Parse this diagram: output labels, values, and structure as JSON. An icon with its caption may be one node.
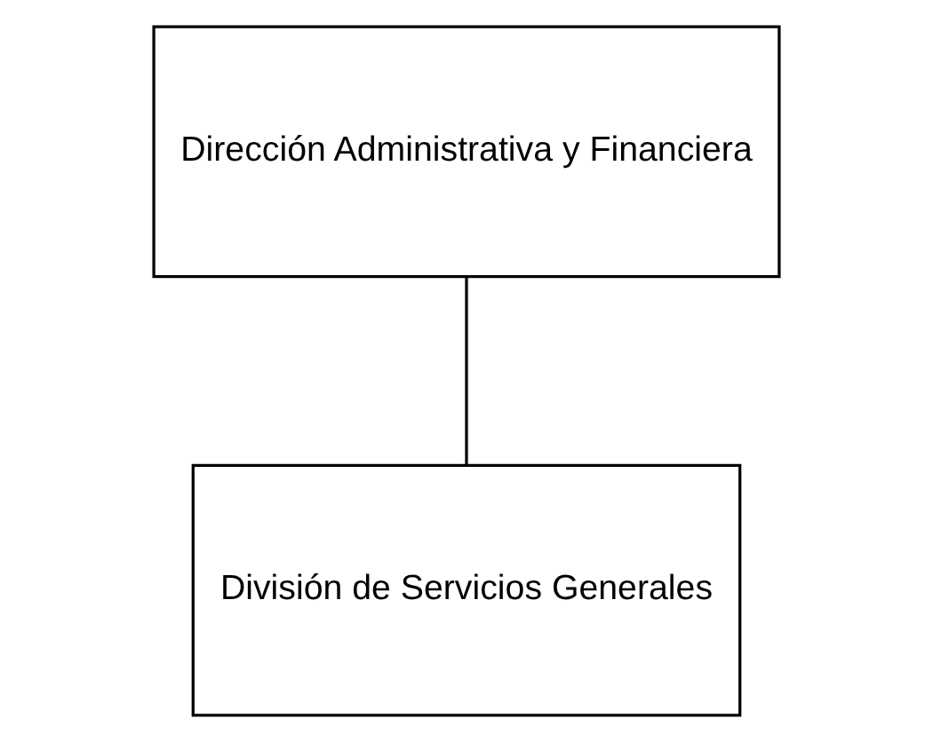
{
  "diagram": {
    "nodes": [
      {
        "text": [
          "Dirección Administrativa y Financiera"
        ]
      },
      {
        "text": [
          "División de Servicios Generales"
        ]
      }
    ],
    "edges": [
      {
        "from": 0,
        "to": 1,
        "arrow": "none"
      }
    ]
  }
}
